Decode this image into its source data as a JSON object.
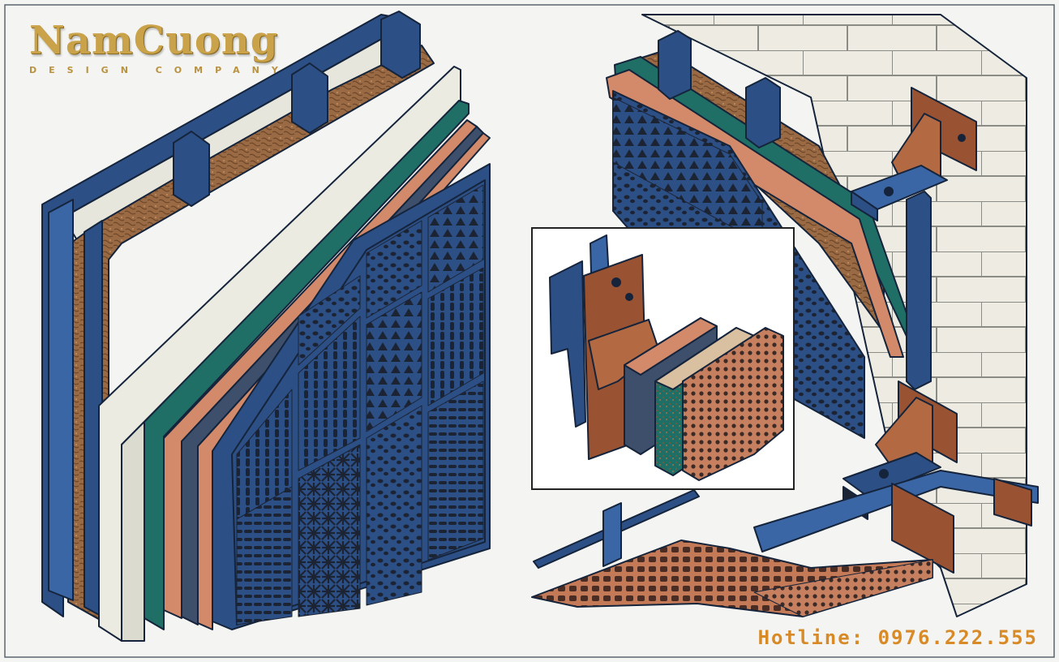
{
  "brand": {
    "name": "NamCuong",
    "tagline": "DESIGN COMPANY"
  },
  "contact": {
    "hotline": "Hotline: 0976.222.555"
  },
  "palette": {
    "navy": "#2c4f86",
    "teal": "#1f6f66",
    "copper": "#d28a6a",
    "rust": "#9a5332",
    "slate": "#3d4f6b",
    "board": "#ecebe2",
    "wool": "#9a6a44",
    "brick": "#eeece2",
    "gold": "#c9a24a",
    "orange": "#d88a27"
  }
}
